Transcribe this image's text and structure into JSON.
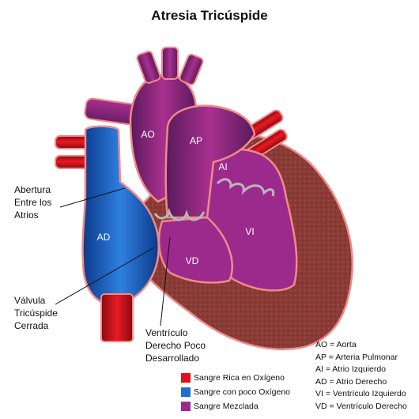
{
  "title": "Atresia Tricúspide",
  "chambers": {
    "ao": "AO",
    "ap": "AP",
    "ai": "AI",
    "vi": "VI",
    "ad": "AD",
    "vd": "VD"
  },
  "annotations": {
    "asd": "Abertura\nEntre los\nAtrios",
    "valve": "Válvula\nTricúspide\nCerrada",
    "rv": "Ventrículo\nDerecho Poco\nDesarrollado"
  },
  "abbreviations": [
    "AO = Aorta",
    "AP = Arteria Pulmonar",
    "AI = Atrio Izquierdo",
    "AD = Atrio Derecho",
    "VI = Ventrículo Izquierdo",
    "VD = Ventrículo Derecho"
  ],
  "legend": [
    {
      "label": "Sangre Rica en Oxígeno",
      "color": "#e0101c"
    },
    {
      "label": "Sangre con poco Oxígeno",
      "color": "#1f6fd0"
    },
    {
      "label": "Sangre Mezclada",
      "color": "#9c2a8c"
    }
  ],
  "colors": {
    "muscle": "#8a3b35",
    "outline": "#f08a8a",
    "oxygen_rich": "#e0101c",
    "oxygen_poor": "#1f6fd0",
    "mixed": "#9c2a8c"
  }
}
